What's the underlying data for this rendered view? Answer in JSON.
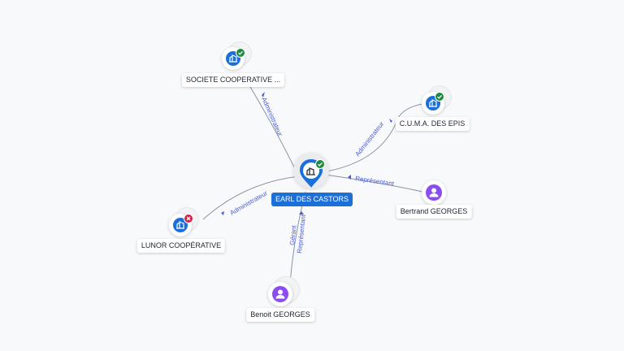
{
  "colors": {
    "company": "#1a6fd8",
    "person": "#8a4df0",
    "status_active": "#1e8a3f",
    "status_closed": "#d21f47",
    "edge_label": "#4c5bd4"
  },
  "center": {
    "label": "EARL DES CASTORS",
    "status": "active",
    "icon": "building-icon"
  },
  "nodes": [
    {
      "id": "societe",
      "label": "SOCIETE COOPERATIVE ...",
      "type": "company",
      "status": "active"
    },
    {
      "id": "cuma",
      "label": "C.U.M.A. DES EPIS",
      "type": "company",
      "status": "active"
    },
    {
      "id": "bertrand",
      "label": "Bertrand GEORGES",
      "type": "person"
    },
    {
      "id": "lunor",
      "label": "LUNOR COOPÉRATIVE",
      "type": "company",
      "status": "closed"
    },
    {
      "id": "benoit",
      "label": "Benoit GEORGES",
      "type": "person"
    }
  ],
  "edges": {
    "societe": "Administrateur",
    "cuma": "Administrateur",
    "bertrand": "Représentant",
    "lunor": "Administrateur",
    "benoit_1": "Gérant",
    "benoit_2": "Représentant"
  }
}
